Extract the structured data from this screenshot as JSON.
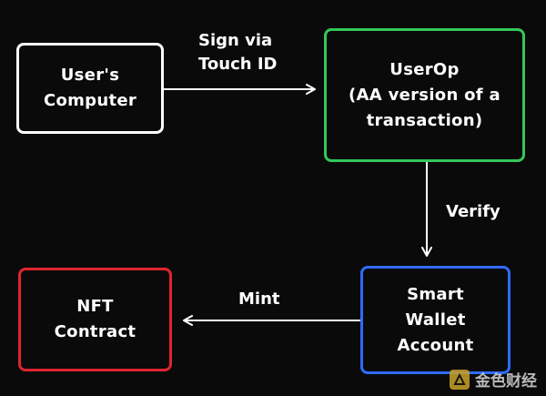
{
  "nodes": {
    "users_computer": {
      "label": "User's\nComputer",
      "border_color": "#ffffff"
    },
    "userop": {
      "label": "UserOp\n(AA version of a\ntransaction)",
      "border_color": "#34c759"
    },
    "smart_wallet": {
      "label": "Smart\nWallet\nAccount",
      "border_color": "#2f6bff"
    },
    "nft_contract": {
      "label": "NFT\nContract",
      "border_color": "#e0242f"
    }
  },
  "edges": {
    "sign": {
      "label": "Sign via\nTouch ID"
    },
    "verify": {
      "label": "Verify"
    },
    "mint": {
      "label": "Mint"
    }
  },
  "watermark": {
    "text": "金色财经"
  }
}
